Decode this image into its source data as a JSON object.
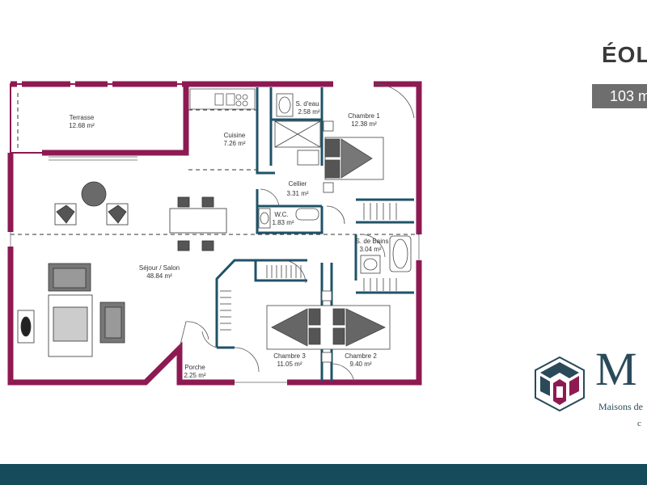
{
  "header": {
    "model_name": "ÉOL",
    "area": "103 m"
  },
  "logo": {
    "letter": "M",
    "tagline": "Maisons de",
    "extra": "c"
  },
  "colors": {
    "exterior_wall": "#8e1a52",
    "interior_wall": "#1f5368",
    "footer": "#164b5c",
    "badge": "#6e6e6e",
    "text": "#333333"
  },
  "rooms": {
    "terrasse": {
      "name": "Terrasse",
      "area": "12.68 m²"
    },
    "cuisine": {
      "name": "Cuisine",
      "area": "7.26 m²"
    },
    "sdeau": {
      "name": "S. d'eau",
      "area": "2.58 m²"
    },
    "chambre1": {
      "name": "Chambre 1",
      "area": "12.38 m²"
    },
    "cellier": {
      "name": "Cellier",
      "area": "3.31 m²"
    },
    "wc": {
      "name": "W.C.",
      "area": "1.83 m²"
    },
    "sdbains": {
      "name": "S. de Bains",
      "area": "3.04 m²"
    },
    "sejour": {
      "name": "Séjour / Salon",
      "area": "48.84 m²"
    },
    "chambre3": {
      "name": "Chambre 3",
      "area": "11.05 m²"
    },
    "chambre2": {
      "name": "Chambre 2",
      "area": "9.40 m²"
    },
    "porche": {
      "name": "Porche",
      "area": "2.25 m²"
    }
  }
}
